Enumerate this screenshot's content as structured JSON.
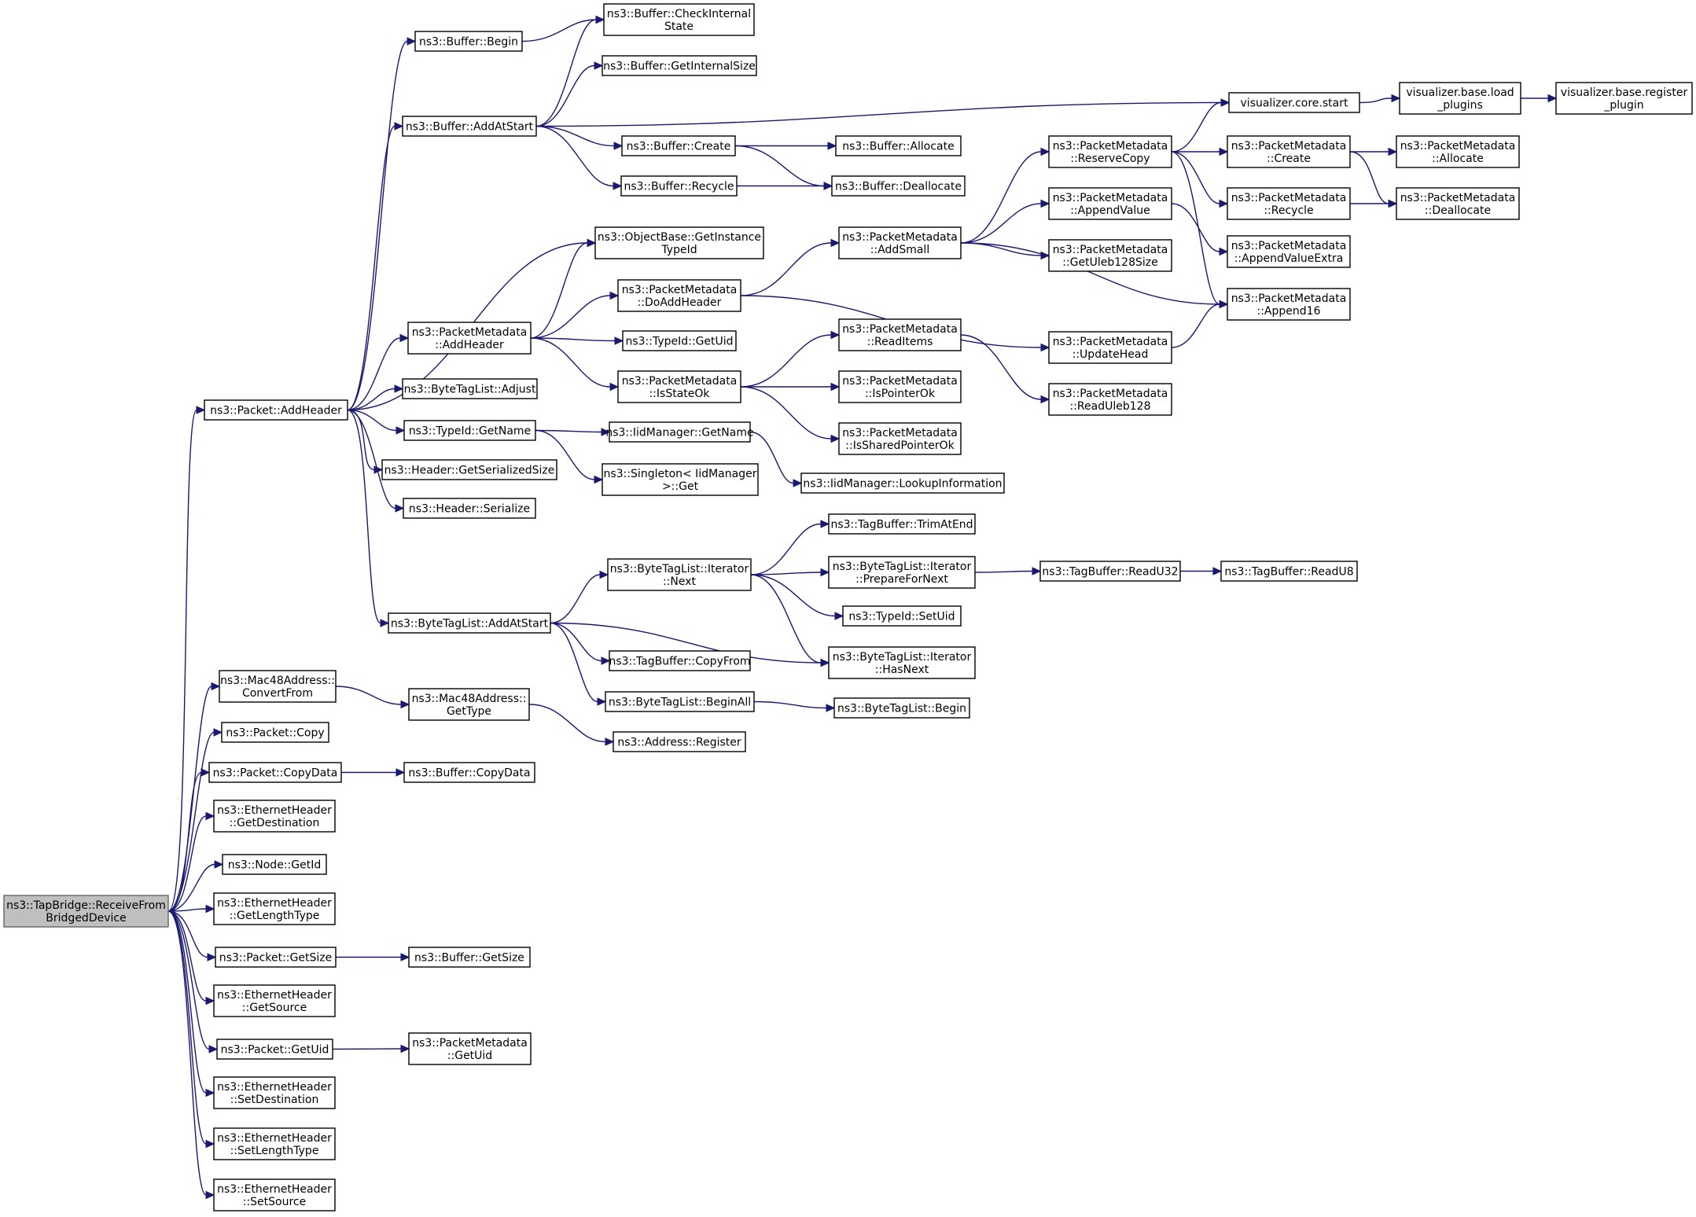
{
  "colors": {
    "edge": "#191970",
    "node_border": "#000000",
    "root_fill": "#bfbfbf",
    "root_border": "#666666",
    "background": "#ffffff"
  },
  "nodes": [
    {
      "id": "root",
      "lines": [
        "ns3::TapBridge::ReceiveFrom",
        "BridgedDevice"
      ],
      "root": true
    },
    {
      "id": "pkt_addheader",
      "lines": [
        "ns3::Packet::AddHeader"
      ]
    },
    {
      "id": "mac48_convert",
      "lines": [
        "ns3::Mac48Address::",
        "ConvertFrom"
      ]
    },
    {
      "id": "pkt_copy",
      "lines": [
        "ns3::Packet::Copy"
      ]
    },
    {
      "id": "pkt_copydata",
      "lines": [
        "ns3::Packet::CopyData"
      ]
    },
    {
      "id": "eth_getdest",
      "lines": [
        "ns3::EthernetHeader",
        "::GetDestination"
      ]
    },
    {
      "id": "node_getid",
      "lines": [
        "ns3::Node::GetId"
      ]
    },
    {
      "id": "eth_getlen",
      "lines": [
        "ns3::EthernetHeader",
        "::GetLengthType"
      ]
    },
    {
      "id": "pkt_getsize",
      "lines": [
        "ns3::Packet::GetSize"
      ]
    },
    {
      "id": "eth_getsrc",
      "lines": [
        "ns3::EthernetHeader",
        "::GetSource"
      ]
    },
    {
      "id": "pkt_getuid",
      "lines": [
        "ns3::Packet::GetUid"
      ]
    },
    {
      "id": "eth_setdest",
      "lines": [
        "ns3::EthernetHeader",
        "::SetDestination"
      ]
    },
    {
      "id": "eth_setlen",
      "lines": [
        "ns3::EthernetHeader",
        "::SetLengthType"
      ]
    },
    {
      "id": "eth_setsrc",
      "lines": [
        "ns3::EthernetHeader",
        "::SetSource"
      ]
    },
    {
      "id": "buf_begin",
      "lines": [
        "ns3::Buffer::Begin"
      ]
    },
    {
      "id": "buf_addatstart",
      "lines": [
        "ns3::Buffer::AddAtStart"
      ]
    },
    {
      "id": "pm_addheader",
      "lines": [
        "ns3::PacketMetadata",
        "::AddHeader"
      ]
    },
    {
      "id": "btl_adjust",
      "lines": [
        "ns3::ByteTagList::Adjust"
      ]
    },
    {
      "id": "typeid_getname",
      "lines": [
        "ns3::TypeId::GetName"
      ]
    },
    {
      "id": "hdr_getsersize",
      "lines": [
        "ns3::Header::GetSerializedSize"
      ]
    },
    {
      "id": "hdr_serialize",
      "lines": [
        "ns3::Header::Serialize"
      ]
    },
    {
      "id": "btl_addatstart",
      "lines": [
        "ns3::ByteTagList::AddAtStart"
      ]
    },
    {
      "id": "mac48_gettype",
      "lines": [
        "ns3::Mac48Address::",
        "GetType"
      ]
    },
    {
      "id": "buf_copydata",
      "lines": [
        "ns3::Buffer::CopyData"
      ]
    },
    {
      "id": "buf_getsize",
      "lines": [
        "ns3::Buffer::GetSize"
      ]
    },
    {
      "id": "pm_getuid",
      "lines": [
        "ns3::PacketMetadata",
        "::GetUid"
      ]
    },
    {
      "id": "buf_checkinternal",
      "lines": [
        "ns3::Buffer::CheckInternal",
        "State"
      ]
    },
    {
      "id": "buf_getinternalsize",
      "lines": [
        "ns3::Buffer::GetInternalSize"
      ]
    },
    {
      "id": "buf_create",
      "lines": [
        "ns3::Buffer::Create"
      ]
    },
    {
      "id": "buf_recycle",
      "lines": [
        "ns3::Buffer::Recycle"
      ]
    },
    {
      "id": "objbase_gettypeid",
      "lines": [
        "ns3::ObjectBase::GetInstance",
        "TypeId"
      ]
    },
    {
      "id": "pm_doaddheader",
      "lines": [
        "ns3::PacketMetadata",
        "::DoAddHeader"
      ]
    },
    {
      "id": "typeid_getuid",
      "lines": [
        "ns3::TypeId::GetUid"
      ]
    },
    {
      "id": "pm_isstateok",
      "lines": [
        "ns3::PacketMetadata",
        "::IsStateOk"
      ]
    },
    {
      "id": "iid_getname",
      "lines": [
        "ns3::IidManager::GetName"
      ]
    },
    {
      "id": "singleton_get",
      "lines": [
        "ns3::Singleton< IidManager",
        ">::Get"
      ]
    },
    {
      "id": "btli_next",
      "lines": [
        "ns3::ByteTagList::Iterator",
        "::Next"
      ]
    },
    {
      "id": "tagbuf_copyfrom",
      "lines": [
        "ns3::TagBuffer::CopyFrom"
      ]
    },
    {
      "id": "btl_beginall",
      "lines": [
        "ns3::ByteTagList::BeginAll"
      ]
    },
    {
      "id": "addr_register",
      "lines": [
        "ns3::Address::Register"
      ]
    },
    {
      "id": "buf_allocate",
      "lines": [
        "ns3::Buffer::Allocate"
      ]
    },
    {
      "id": "buf_deallocate",
      "lines": [
        "ns3::Buffer::Deallocate"
      ]
    },
    {
      "id": "pm_addsmall",
      "lines": [
        "ns3::PacketMetadata",
        "::AddSmall"
      ]
    },
    {
      "id": "pm_readitems",
      "lines": [
        "ns3::PacketMetadata",
        "::ReadItems"
      ]
    },
    {
      "id": "pm_ispointerok",
      "lines": [
        "ns3::PacketMetadata",
        "::IsPointerOk"
      ]
    },
    {
      "id": "pm_issharedptrok",
      "lines": [
        "ns3::PacketMetadata",
        "::IsSharedPointerOk"
      ]
    },
    {
      "id": "iid_lookupinfo",
      "lines": [
        "ns3::IidManager::LookupInformation"
      ]
    },
    {
      "id": "tagbuf_trimatend",
      "lines": [
        "ns3::TagBuffer::TrimAtEnd"
      ]
    },
    {
      "id": "btli_prepare",
      "lines": [
        "ns3::ByteTagList::Iterator",
        "::PrepareForNext"
      ]
    },
    {
      "id": "typeid_setuid",
      "lines": [
        "ns3::TypeId::SetUid"
      ]
    },
    {
      "id": "btli_hasnext",
      "lines": [
        "ns3::ByteTagList::Iterator",
        "::HasNext"
      ]
    },
    {
      "id": "btl_begin",
      "lines": [
        "ns3::ByteTagList::Begin"
      ]
    },
    {
      "id": "vis_core_start",
      "lines": [
        "visualizer.core.start"
      ]
    },
    {
      "id": "pm_reservecopy",
      "lines": [
        "ns3::PacketMetadata",
        "::ReserveCopy"
      ]
    },
    {
      "id": "pm_appendvalue",
      "lines": [
        "ns3::PacketMetadata",
        "::AppendValue"
      ]
    },
    {
      "id": "pm_getuleb128size",
      "lines": [
        "ns3::PacketMetadata",
        "::GetUleb128Size"
      ]
    },
    {
      "id": "pm_updatehead",
      "lines": [
        "ns3::PacketMetadata",
        "::UpdateHead"
      ]
    },
    {
      "id": "pm_readuleb128",
      "lines": [
        "ns3::PacketMetadata",
        "::ReadUleb128"
      ]
    },
    {
      "id": "tagbuf_readu32",
      "lines": [
        "ns3::TagBuffer::ReadU32"
      ]
    },
    {
      "id": "vis_base_load",
      "lines": [
        "visualizer.base.load",
        "_plugins"
      ]
    },
    {
      "id": "pm_create",
      "lines": [
        "ns3::PacketMetadata",
        "::Create"
      ]
    },
    {
      "id": "pm_recycle",
      "lines": [
        "ns3::PacketMetadata",
        "::Recycle"
      ]
    },
    {
      "id": "pm_appendvalueextra",
      "lines": [
        "ns3::PacketMetadata",
        "::AppendValueExtra"
      ]
    },
    {
      "id": "pm_append16",
      "lines": [
        "ns3::PacketMetadata",
        "::Append16"
      ]
    },
    {
      "id": "tagbuf_readu8",
      "lines": [
        "ns3::TagBuffer::ReadU8"
      ]
    },
    {
      "id": "vis_base_register",
      "lines": [
        "visualizer.base.register",
        "_plugin"
      ]
    },
    {
      "id": "pm_allocate",
      "lines": [
        "ns3::PacketMetadata",
        "::Allocate"
      ]
    },
    {
      "id": "pm_deallocate",
      "lines": [
        "ns3::PacketMetadata",
        "::Deallocate"
      ]
    }
  ],
  "edges": [
    [
      "root",
      "pkt_addheader"
    ],
    [
      "root",
      "mac48_convert"
    ],
    [
      "root",
      "pkt_copy"
    ],
    [
      "root",
      "pkt_copydata"
    ],
    [
      "root",
      "eth_getdest"
    ],
    [
      "root",
      "node_getid"
    ],
    [
      "root",
      "eth_getlen"
    ],
    [
      "root",
      "pkt_getsize"
    ],
    [
      "root",
      "eth_getsrc"
    ],
    [
      "root",
      "pkt_getuid"
    ],
    [
      "root",
      "eth_setdest"
    ],
    [
      "root",
      "eth_setlen"
    ],
    [
      "root",
      "eth_setsrc"
    ],
    [
      "pkt_addheader",
      "buf_begin"
    ],
    [
      "pkt_addheader",
      "buf_addatstart"
    ],
    [
      "pkt_addheader",
      "objbase_gettypeid"
    ],
    [
      "pkt_addheader",
      "pm_addheader"
    ],
    [
      "pkt_addheader",
      "btl_adjust"
    ],
    [
      "pkt_addheader",
      "typeid_getname"
    ],
    [
      "pkt_addheader",
      "hdr_getsersize"
    ],
    [
      "pkt_addheader",
      "hdr_serialize"
    ],
    [
      "pkt_addheader",
      "btl_addatstart"
    ],
    [
      "mac48_convert",
      "mac48_gettype"
    ],
    [
      "pkt_copydata",
      "buf_copydata"
    ],
    [
      "pkt_getsize",
      "buf_getsize"
    ],
    [
      "pkt_getuid",
      "pm_getuid"
    ],
    [
      "buf_begin",
      "buf_checkinternal"
    ],
    [
      "buf_addatstart",
      "buf_checkinternal"
    ],
    [
      "buf_addatstart",
      "buf_getinternalsize"
    ],
    [
      "buf_addatstart",
      "vis_core_start"
    ],
    [
      "buf_addatstart",
      "buf_create"
    ],
    [
      "buf_addatstart",
      "buf_recycle"
    ],
    [
      "buf_create",
      "buf_allocate"
    ],
    [
      "buf_create",
      "buf_deallocate"
    ],
    [
      "buf_recycle",
      "buf_deallocate"
    ],
    [
      "pm_addheader",
      "objbase_gettypeid"
    ],
    [
      "pm_addheader",
      "pm_doaddheader"
    ],
    [
      "pm_addheader",
      "typeid_getuid"
    ],
    [
      "pm_addheader",
      "pm_isstateok"
    ],
    [
      "typeid_getname",
      "iid_getname"
    ],
    [
      "typeid_getname",
      "singleton_get"
    ],
    [
      "btl_addatstart",
      "btli_next"
    ],
    [
      "btl_addatstart",
      "btli_hasnext"
    ],
    [
      "btl_addatstart",
      "tagbuf_copyfrom"
    ],
    [
      "btl_addatstart",
      "btl_beginall"
    ],
    [
      "mac48_gettype",
      "addr_register"
    ],
    [
      "pm_doaddheader",
      "pm_addsmall"
    ],
    [
      "pm_doaddheader",
      "pm_updatehead"
    ],
    [
      "pm_isstateok",
      "pm_readitems"
    ],
    [
      "pm_isstateok",
      "pm_ispointerok"
    ],
    [
      "pm_isstateok",
      "pm_issharedptrok"
    ],
    [
      "iid_getname",
      "iid_lookupinfo"
    ],
    [
      "btli_next",
      "tagbuf_trimatend"
    ],
    [
      "btli_next",
      "btli_prepare"
    ],
    [
      "btli_next",
      "typeid_setuid"
    ],
    [
      "btli_next",
      "btli_hasnext"
    ],
    [
      "btl_beginall",
      "btl_begin"
    ],
    [
      "pm_addsmall",
      "pm_reservecopy"
    ],
    [
      "pm_addsmall",
      "pm_appendvalue"
    ],
    [
      "pm_addsmall",
      "pm_getuleb128size"
    ],
    [
      "pm_addsmall",
      "pm_append16"
    ],
    [
      "pm_readitems",
      "pm_readuleb128"
    ],
    [
      "btli_prepare",
      "tagbuf_readu32"
    ],
    [
      "vis_core_start",
      "vis_base_load"
    ],
    [
      "pm_reservecopy",
      "vis_core_start"
    ],
    [
      "pm_reservecopy",
      "pm_create"
    ],
    [
      "pm_reservecopy",
      "pm_recycle"
    ],
    [
      "pm_reservecopy",
      "pm_append16"
    ],
    [
      "pm_appendvalue",
      "pm_appendvalueextra"
    ],
    [
      "pm_updatehead",
      "pm_append16"
    ],
    [
      "tagbuf_readu32",
      "tagbuf_readu8"
    ],
    [
      "vis_base_load",
      "vis_base_register"
    ],
    [
      "pm_create",
      "pm_allocate"
    ],
    [
      "pm_create",
      "pm_deallocate"
    ],
    [
      "pm_recycle",
      "pm_deallocate"
    ]
  ]
}
